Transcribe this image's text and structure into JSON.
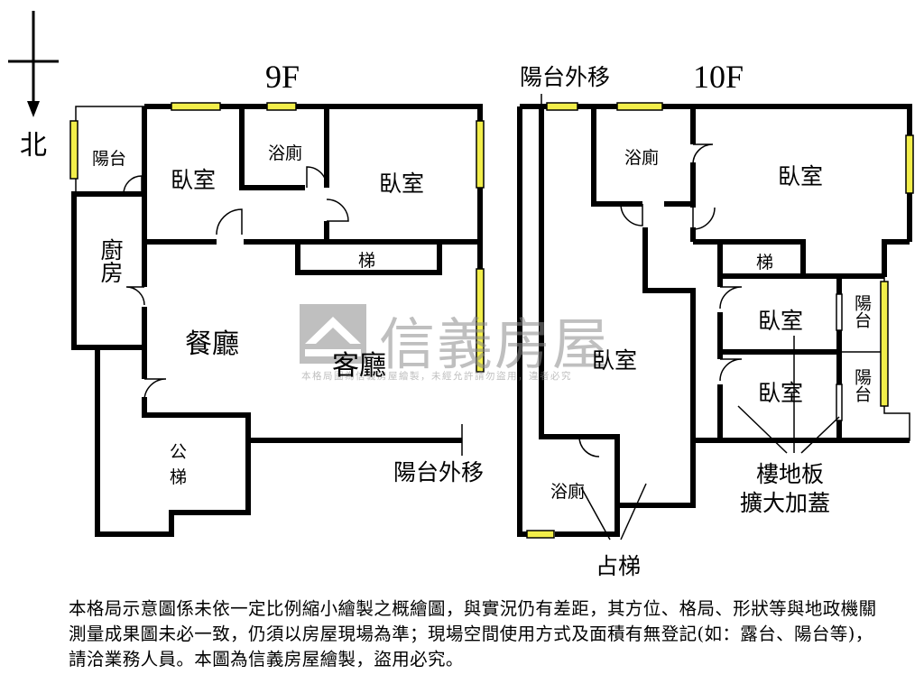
{
  "compass": {
    "north_label": "北"
  },
  "floors": {
    "f9": {
      "title": "9F",
      "rooms": {
        "balcony": "陽台",
        "bedroom_a": "臥室",
        "bath": "浴廁",
        "bedroom_b": "臥室",
        "kitchen": "廚房",
        "stairs": "梯",
        "dining": "餐廳",
        "living": "客廳",
        "public_stairs_1": "公",
        "public_stairs_2": "梯"
      },
      "callouts": {
        "balcony_moved": "陽台外移"
      }
    },
    "f10": {
      "title": "10F",
      "rooms": {
        "bath_top": "浴廁",
        "bedroom_top": "臥室",
        "stairs": "梯",
        "bedroom_mid": "臥室",
        "balcony_mid": "陽台",
        "bedroom_big": "臥室",
        "bedroom_low": "臥室",
        "balcony_low": "陽台",
        "bath_bottom": "浴廁"
      },
      "callouts": {
        "balcony_moved": "陽台外移",
        "floor_extension_1": "樓地板",
        "floor_extension_2": "擴大加蓋",
        "occupied_stairs": "占梯"
      }
    }
  },
  "watermark": {
    "brand": "信義房屋",
    "sub": "本格局圖為信義房屋繪製，未經允許請勿盜用，違者必究"
  },
  "disclaimer": "本格局示意圖係未依一定比例縮小繪製之概繪圖，與實況仍有差距，其方位、格局、形狀等與地政機關測量成果圖未必一致，仍須以房屋現場為準；現場空間使用方式及面積有無登記(如：露台、陽台等)，請洽業務人員。本圖為信義房屋繪製，盜用必究。",
  "colors": {
    "wall": "#000000",
    "window": "#f2ee4a",
    "watermark": "#8b8b8b"
  }
}
